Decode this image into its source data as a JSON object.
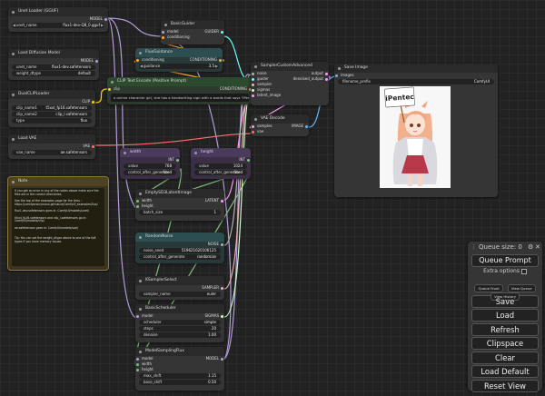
{
  "nodes": {
    "unet_loader": {
      "title": "Unet Loader (GGUF)",
      "out_model": "MODEL",
      "w_label": "unet_name",
      "w_value": "flux1-dev-Q8_0.gguf"
    },
    "load_diffusion": {
      "title": "Load Diffusion Model",
      "out_model": "MODEL",
      "w1_label": "unet_name",
      "w1_value": "flux1-dev.safetensors",
      "w2_label": "weight_dtype",
      "w2_value": "default"
    },
    "dualclip": {
      "title": "DualCLIPLoader",
      "out_clip": "CLIP",
      "w1_label": "clip_name1",
      "w1_value": "t5xxl_fp16.safetensors",
      "w2_label": "clip_name2",
      "w2_value": "clip_l.safetensors",
      "w3_label": "type",
      "w3_value": "flux"
    },
    "load_vae": {
      "title": "Load VAE",
      "out_vae": "VAE",
      "w_label": "vae_name",
      "w_value": "ae.safetensors"
    },
    "note": {
      "title": "Note",
      "text": "If you get an error in any of the nodes above make sure the files are in the correct directories.\n\nSee the top of the examples page for the links : https://comfyanonymous.github.io/ComfyUI_examples/flux/\n\nflux1-dev.safetensors goes in: ComfyUI/models/unet/\n\nt5xxl_fp16.safetensors and clip_l.safetensors go in: ComfyUI/models/clip/\n\nae.safetensors goes in: ComfyUI/models/vae/\n\n\nTip: You can set the weight_dtype above to one of the fp8 types if you have memory issues."
    },
    "basic_guider": {
      "title": "BasicGuider",
      "in_model": "model",
      "in_cond": "conditioning",
      "out": "GUIDER"
    },
    "flux_guidance": {
      "title": "FluxGuidance",
      "in": "conditioning",
      "out": "CONDITIONING",
      "w_label": "guidance",
      "w_value": "3.5"
    },
    "clip_encode": {
      "title": "CLIP Text Encode (Positive Prompt)",
      "in": "clip",
      "out": "CONDITIONING",
      "text": "a anime character girl, she has a handwriting sign with a words that says \"iPentec\""
    },
    "sampler_adv": {
      "title": "SamplerCustomAdvanced",
      "in1": "noise",
      "in2": "guider",
      "in3": "sampler",
      "in4": "sigmas",
      "in5": "latent_image",
      "out1": "output",
      "out2": "denoised_output"
    },
    "vae_decode": {
      "title": "VAE Decode",
      "in1": "samples",
      "in2": "vae",
      "out": "IMAGE"
    },
    "save_image": {
      "title": "Save Image",
      "in": "images",
      "w_label": "filename_prefix",
      "w_value": "ComfyUI",
      "sign_text": "iPentec"
    },
    "width": {
      "title": "width",
      "out": "INT",
      "w1_label": "value",
      "w1_value": "768",
      "w2_label": "control_after_generate",
      "w2_value": "fixed"
    },
    "height": {
      "title": "height",
      "out": "INT",
      "w1_label": "value",
      "w1_value": "1024",
      "w2_label": "control_after_generate",
      "w2_value": "fixed"
    },
    "empty_latent": {
      "title": "EmptySD3LatentImage",
      "in1": "width",
      "in2": "height",
      "out": "LATENT",
      "w_label": "batch_size",
      "w_value": "1"
    },
    "random_noise": {
      "title": "RandomNoise",
      "out": "NOISE",
      "w1_label": "noise_seed",
      "w1_value": "519621620106125",
      "w2_label": "control_after_generate",
      "w2_value": "randomize"
    },
    "ksampler_select": {
      "title": "KSamplerSelect",
      "out": "SAMPLER",
      "w_label": "sampler_name",
      "w_value": "euler"
    },
    "basic_scheduler": {
      "title": "BasicScheduler",
      "in": "model",
      "out": "SIGMAS",
      "w1_label": "scheduler",
      "w1_value": "simple",
      "w2_label": "steps",
      "w2_value": "20",
      "w3_label": "denoise",
      "w3_value": "1.00"
    },
    "model_sampling": {
      "title": "ModelSamplingFlux",
      "in1": "model",
      "in2": "width",
      "in3": "height",
      "out": "MODEL",
      "w1_label": "max_shift",
      "w1_value": "1.15",
      "w2_label": "base_shift",
      "w2_value": "0.50"
    }
  },
  "queue": {
    "size_label": "Queue size: 0",
    "queue_prompt": "Queue Prompt",
    "extra_options": "Extra options",
    "queue_front": "Queue Front",
    "view_queue": "View Queue",
    "view_history": "View History",
    "buttons": [
      "Save",
      "Load",
      "Refresh",
      "Clipspace",
      "Clear",
      "Load Default",
      "Reset View"
    ]
  },
  "colors": {
    "model": "#b39ddb",
    "clip": "#ffd500",
    "vae": "#ff6e6e",
    "cond": "#ffa931",
    "latent": "#ff9cf9",
    "int": "#7fbf7f",
    "image": "#64b5f6",
    "noise": "#b0b0b0",
    "guider": "#66ffff",
    "sampler": "#ecb4b4",
    "sigmas": "#cdffcd"
  }
}
